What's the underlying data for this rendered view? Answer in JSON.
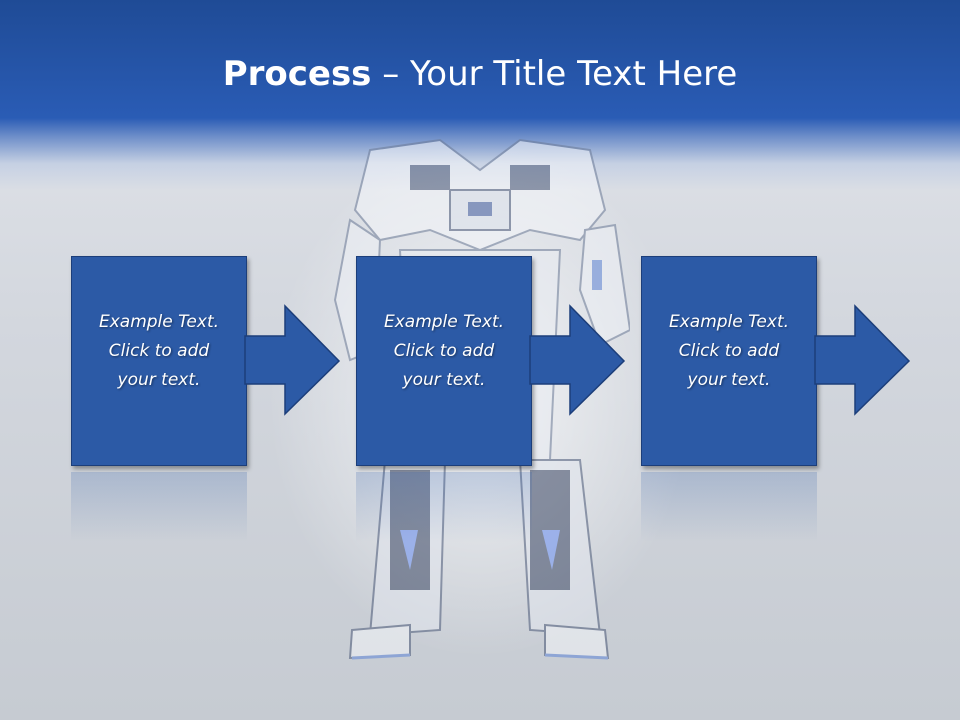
{
  "slide": {
    "title_bold": "Process",
    "title_rest": " – Your Title Text Here",
    "steps": [
      {
        "text": "Example Text.\nClick  to add\nyour text."
      },
      {
        "text": "Example Text.\nClick  to add\nyour text."
      },
      {
        "text": "Example Text.\nClick  to add\nyour text."
      }
    ]
  },
  "colors": {
    "header_blue": "#2a5cb5",
    "box_blue": "#2c5aa6",
    "text": "#ffffff"
  },
  "icons": [
    "robot-illustration",
    "arrow-right-icon"
  ]
}
